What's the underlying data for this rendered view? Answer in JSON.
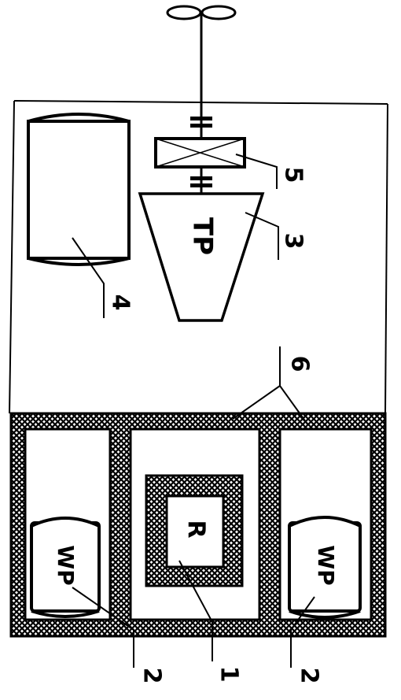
{
  "components": {
    "reactor": "R",
    "water_pool": "WP",
    "turbine": "TP"
  },
  "callouts": {
    "reactor": "1",
    "water_pool_left": "2",
    "water_pool_right": "2",
    "turbine": "3",
    "tank": "4",
    "gearbox": "5",
    "shielding": "6"
  },
  "colors": {
    "ink": "#000000",
    "paper": "#ffffff"
  },
  "icons": [
    "propeller-icon",
    "coupling-icon"
  ]
}
